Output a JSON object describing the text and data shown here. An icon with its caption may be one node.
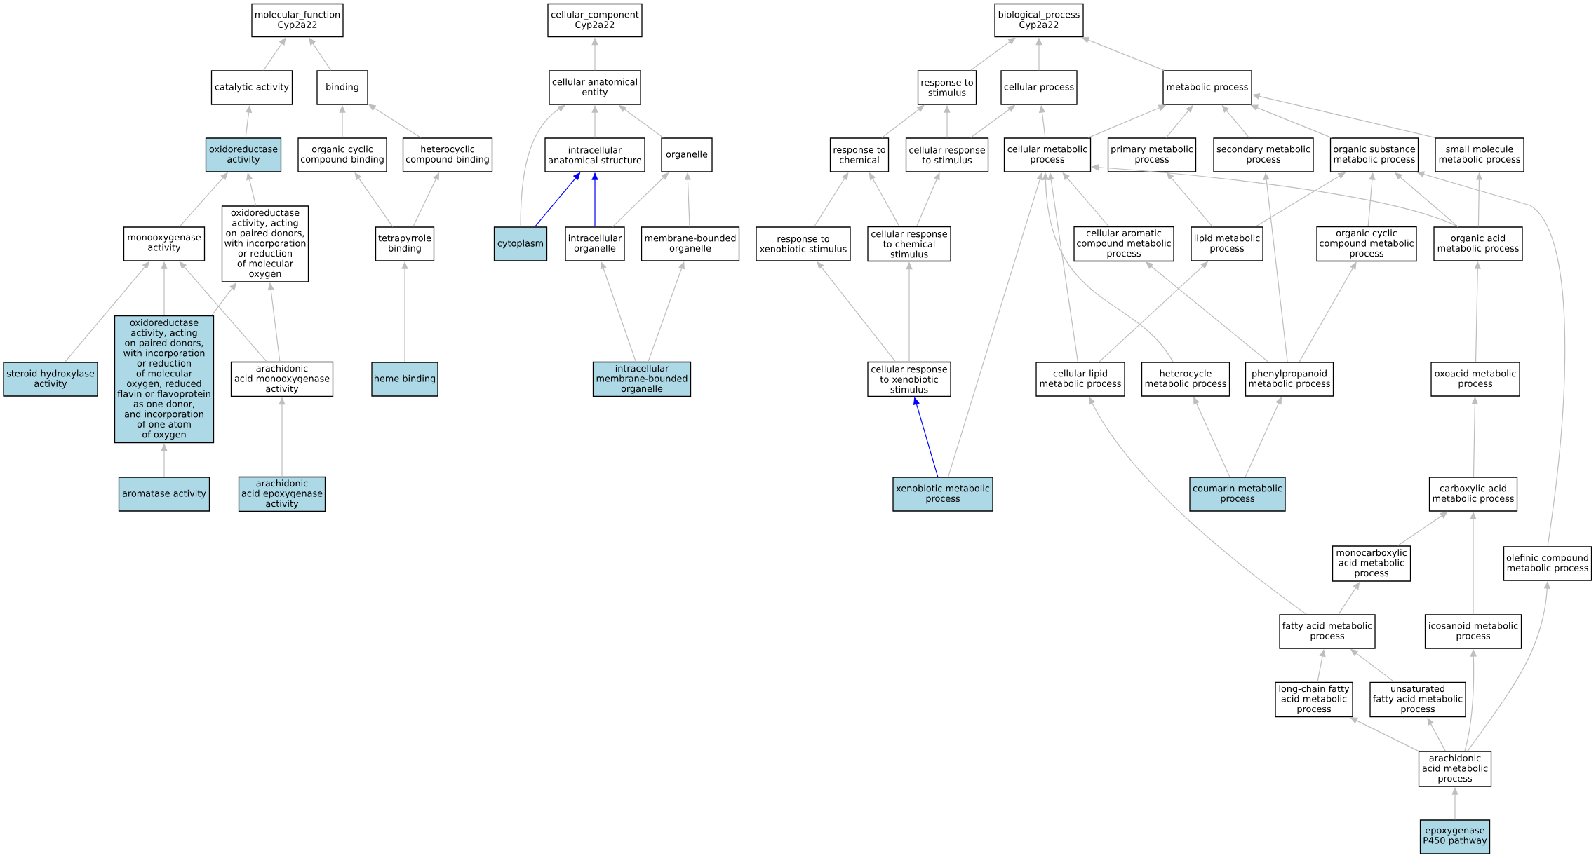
{
  "diagram": {
    "nodes": [
      {
        "text": [
          "molecular_function Cyp2a22"
        ]
      },
      {
        "text": [
          "catalytic activity"
        ]
      },
      {
        "text": [
          "binding"
        ]
      },
      {
        "text": [
          "oxidoreductase activity"
        ]
      },
      {
        "text": [
          "organic cyclic compound binding"
        ]
      },
      {
        "text": [
          "heterocyclic compound binding"
        ]
      },
      {
        "text": [
          "monooxygenase activity"
        ]
      },
      {
        "text": [
          "oxidoreductase activity, acting on paired donors, with incorporation or reduction of molecular oxygen"
        ]
      },
      {
        "text": [
          "tetrapyrrole binding"
        ]
      },
      {
        "text": [
          "oxidoreductase activity, acting on paired donors, with incorporation or reduction of molecular oxygen, reduced flavin or flavoprotein as one donor, and incorporation of one atom of oxygen"
        ]
      },
      {
        "text": [
          "steroid hydroxylase activity"
        ]
      },
      {
        "text": [
          "arachidonic acid monooxygenase activity"
        ]
      },
      {
        "text": [
          "heme binding"
        ]
      },
      {
        "text": [
          "aromatase activity"
        ]
      },
      {
        "text": [
          "arachidonic acid epoxygenase activity"
        ]
      },
      {
        "text": [
          "cellular_component Cyp2a22"
        ]
      },
      {
        "text": [
          "cellular anatomical entity"
        ]
      },
      {
        "text": [
          "intracellular anatomical structure"
        ]
      },
      {
        "text": [
          "organelle"
        ]
      },
      {
        "text": [
          "cytoplasm"
        ]
      },
      {
        "text": [
          "intracellular organelle"
        ]
      },
      {
        "text": [
          "membrane-bounded organelle"
        ]
      },
      {
        "text": [
          "intracellular membrane-bounded organelle"
        ]
      },
      {
        "text": [
          "biological_process Cyp2a22"
        ]
      },
      {
        "text": [
          "response to stimulus"
        ]
      },
      {
        "text": [
          "cellular process"
        ]
      },
      {
        "text": [
          "metabolic process"
        ]
      },
      {
        "text": [
          "response to chemical"
        ]
      },
      {
        "text": [
          "cellular response to stimulus"
        ]
      },
      {
        "text": [
          "cellular metabolic process"
        ]
      },
      {
        "text": [
          "primary metabolic process"
        ]
      },
      {
        "text": [
          "secondary metabolic process"
        ]
      },
      {
        "text": [
          "organic substance metabolic process"
        ]
      },
      {
        "text": [
          "small molecule metabolic process"
        ]
      },
      {
        "text": [
          "response to xenobiotic stimulus"
        ]
      },
      {
        "text": [
          "cellular response to chemical stimulus"
        ]
      },
      {
        "text": [
          "cellular aromatic compound metabolic process"
        ]
      },
      {
        "text": [
          "lipid metabolic process"
        ]
      },
      {
        "text": [
          "organic cyclic compound metabolic process"
        ]
      },
      {
        "text": [
          "organic acid metabolic process"
        ]
      },
      {
        "text": [
          "cellular response to xenobiotic stimulus"
        ]
      },
      {
        "text": [
          "cellular lipid metabolic process"
        ]
      },
      {
        "text": [
          "heterocycle metabolic process"
        ]
      },
      {
        "text": [
          "phenylpropanoid metabolic process"
        ]
      },
      {
        "text": [
          "oxoacid metabolic process"
        ]
      },
      {
        "text": [
          "xenobiotic metabolic process"
        ]
      },
      {
        "text": [
          "coumarin metabolic process"
        ]
      },
      {
        "text": [
          "carboxylic acid metabolic process"
        ]
      },
      {
        "text": [
          "monocarboxylic acid metabolic process"
        ]
      },
      {
        "text": [
          "olefinic compound metabolic process"
        ]
      },
      {
        "text": [
          "fatty acid metabolic process"
        ]
      },
      {
        "text": [
          "icosanoid metabolic process"
        ]
      },
      {
        "text": [
          "long-chain fatty acid metabolic process"
        ]
      },
      {
        "text": [
          "unsaturated fatty acid metabolic process"
        ]
      },
      {
        "text": [
          "arachidonic acid metabolic process"
        ]
      },
      {
        "text": [
          "epoxygenase P450 pathway"
        ]
      }
    ],
    "edges": [
      {
        "from": 1,
        "to": 0,
        "arrow": "to"
      },
      {
        "from": 2,
        "to": 0,
        "arrow": "to"
      },
      {
        "from": 3,
        "to": 1,
        "arrow": "to"
      },
      {
        "from": 4,
        "to": 2,
        "arrow": "to"
      },
      {
        "from": 5,
        "to": 2,
        "arrow": "to"
      },
      {
        "from": 6,
        "to": 3,
        "arrow": "to"
      },
      {
        "from": 7,
        "to": 3,
        "arrow": "to"
      },
      {
        "from": 8,
        "to": 4,
        "arrow": "to"
      },
      {
        "from": 8,
        "to": 5,
        "arrow": "to"
      },
      {
        "from": 9,
        "to": 6,
        "arrow": "to"
      },
      {
        "from": 9,
        "to": 7,
        "arrow": "to"
      },
      {
        "from": 10,
        "to": 6,
        "arrow": "to"
      },
      {
        "from": 11,
        "to": 6,
        "arrow": "to"
      },
      {
        "from": 11,
        "to": 7,
        "arrow": "to"
      },
      {
        "from": 12,
        "to": 8,
        "arrow": "to"
      },
      {
        "from": 13,
        "to": 9,
        "arrow": "to"
      },
      {
        "from": 14,
        "to": 11,
        "arrow": "to"
      },
      {
        "from": 16,
        "to": 15,
        "arrow": "to"
      },
      {
        "from": 17,
        "to": 16,
        "arrow": "to"
      },
      {
        "from": 18,
        "to": 16,
        "arrow": "to"
      },
      {
        "from": 19,
        "to": 16,
        "arrow": "to"
      },
      {
        "from": 19,
        "to": 17,
        "arrow": "to",
        "color": "#0000ff"
      },
      {
        "from": 20,
        "to": 17,
        "arrow": "to",
        "color": "#0000ff"
      },
      {
        "from": 20,
        "to": 18,
        "arrow": "to"
      },
      {
        "from": 21,
        "to": 18,
        "arrow": "to"
      },
      {
        "from": 22,
        "to": 20,
        "arrow": "to"
      },
      {
        "from": 22,
        "to": 21,
        "arrow": "to"
      },
      {
        "from": 24,
        "to": 23,
        "arrow": "to"
      },
      {
        "from": 25,
        "to": 23,
        "arrow": "to"
      },
      {
        "from": 26,
        "to": 23,
        "arrow": "to"
      },
      {
        "from": 27,
        "to": 24,
        "arrow": "to"
      },
      {
        "from": 28,
        "to": 24,
        "arrow": "to"
      },
      {
        "from": 28,
        "to": 25,
        "arrow": "to"
      },
      {
        "from": 29,
        "to": 25,
        "arrow": "to"
      },
      {
        "from": 29,
        "to": 26,
        "arrow": "to"
      },
      {
        "from": 30,
        "to": 26,
        "arrow": "to"
      },
      {
        "from": 31,
        "to": 26,
        "arrow": "to"
      },
      {
        "from": 32,
        "to": 26,
        "arrow": "to"
      },
      {
        "from": 33,
        "to": 26,
        "arrow": "to"
      },
      {
        "from": 34,
        "to": 27,
        "arrow": "to"
      },
      {
        "from": 35,
        "to": 27,
        "arrow": "to"
      },
      {
        "from": 35,
        "to": 28,
        "arrow": "to"
      },
      {
        "from": 36,
        "to": 29,
        "arrow": "to"
      },
      {
        "from": 37,
        "to": 30,
        "arrow": "to"
      },
      {
        "from": 37,
        "to": 32,
        "arrow": "to"
      },
      {
        "from": 38,
        "to": 32,
        "arrow": "to"
      },
      {
        "from": 39,
        "to": 32,
        "arrow": "to"
      },
      {
        "from": 39,
        "to": 33,
        "arrow": "to"
      },
      {
        "from": 39,
        "to": 29,
        "arrow": "to"
      },
      {
        "from": 40,
        "to": 35,
        "arrow": "to"
      },
      {
        "from": 40,
        "to": 34,
        "arrow": "to"
      },
      {
        "from": 41,
        "to": 29,
        "arrow": "to"
      },
      {
        "from": 41,
        "to": 37,
        "arrow": "to"
      },
      {
        "from": 42,
        "to": 29,
        "arrow": "to"
      },
      {
        "from": 43,
        "to": 31,
        "arrow": "to"
      },
      {
        "from": 43,
        "to": 36,
        "arrow": "to"
      },
      {
        "from": 43,
        "to": 38,
        "arrow": "to"
      },
      {
        "from": 44,
        "to": 39,
        "arrow": "to"
      },
      {
        "from": 45,
        "to": 40,
        "arrow": "to",
        "color": "#0000ff"
      },
      {
        "from": 45,
        "to": 29,
        "arrow": "to"
      },
      {
        "from": 46,
        "to": 42,
        "arrow": "to"
      },
      {
        "from": 46,
        "to": 43,
        "arrow": "to"
      },
      {
        "from": 47,
        "to": 44,
        "arrow": "to"
      },
      {
        "from": 48,
        "to": 47,
        "arrow": "to"
      },
      {
        "from": 49,
        "to": 32,
        "arrow": "to"
      },
      {
        "from": 50,
        "to": 48,
        "arrow": "to"
      },
      {
        "from": 50,
        "to": 41,
        "arrow": "to"
      },
      {
        "from": 51,
        "to": 47,
        "arrow": "to"
      },
      {
        "from": 52,
        "to": 50,
        "arrow": "to"
      },
      {
        "from": 53,
        "to": 50,
        "arrow": "to"
      },
      {
        "from": 54,
        "to": 52,
        "arrow": "to"
      },
      {
        "from": 54,
        "to": 53,
        "arrow": "to"
      },
      {
        "from": 54,
        "to": 51,
        "arrow": "to"
      },
      {
        "from": 54,
        "to": 49,
        "arrow": "to"
      },
      {
        "from": 55,
        "to": 54,
        "arrow": "to"
      }
    ]
  }
}
